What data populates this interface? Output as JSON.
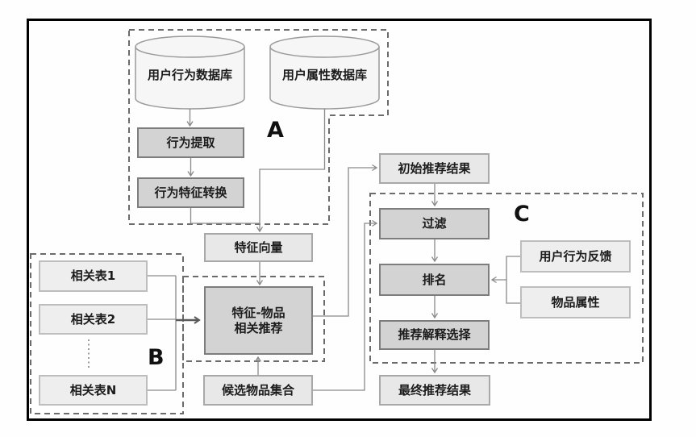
{
  "regions": {
    "a": {
      "label": "A"
    },
    "b": {
      "label": "B"
    },
    "c": {
      "label": "C"
    }
  },
  "nodes": {
    "user_behavior_db": {
      "label": "用户行为数据库"
    },
    "user_attribute_db": {
      "label": "用户属性数据库"
    },
    "behavior_extraction": {
      "label": "行为提取"
    },
    "behavior_feature_conversion": {
      "label": "行为特征转换"
    },
    "feature_vector": {
      "label": "特征向量"
    },
    "related_table_1": {
      "label": "相关表1"
    },
    "related_table_2": {
      "label": "相关表2"
    },
    "related_table_n": {
      "label": "相关表N"
    },
    "feature_item_recommendation": {
      "line1": "特征-物品",
      "line2": "相关推荐"
    },
    "candidate_item_set": {
      "label": "候选物品集合"
    },
    "initial_recommendation_results": {
      "label": "初始推荐结果"
    },
    "filter": {
      "label": "过滤"
    },
    "ranking": {
      "label": "排名"
    },
    "recommendation_explanation_selection": {
      "label": "推荐解释选择"
    },
    "final_recommendation_results": {
      "label": "最终推荐结果"
    },
    "user_behavior_feedback": {
      "label": "用户行为反馈"
    },
    "item_attributes": {
      "label": "物品属性"
    }
  },
  "colors": {
    "process_box_fill": "#d3d3d3",
    "process_box_border": "#7d7d7d",
    "data_box_fill": "#e8e8e8",
    "data_box_border": "#a8a8a8",
    "input_box_fill": "#eeeeee",
    "input_box_border": "#bdbdbd",
    "cylinder_fill": "#f6f6f6",
    "connector": "#8a8a8a",
    "dashed_region": "#6b6b6b",
    "frame": "#000000"
  }
}
